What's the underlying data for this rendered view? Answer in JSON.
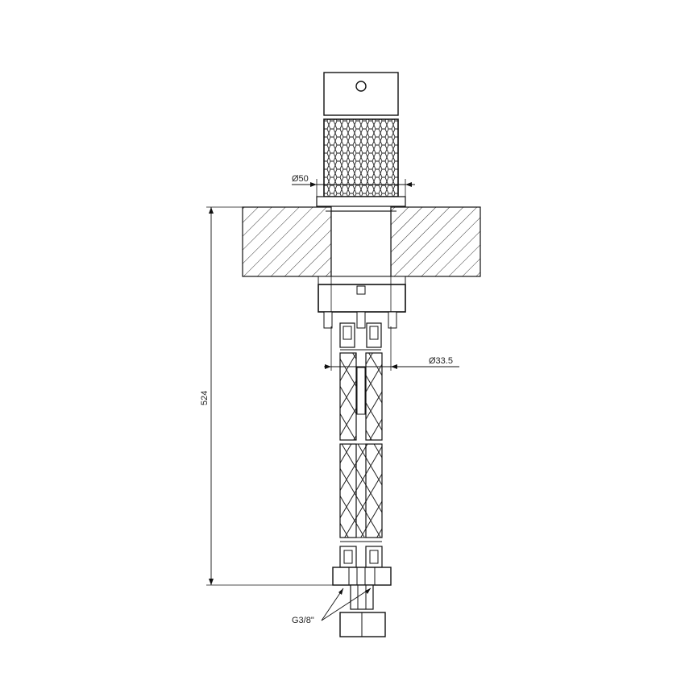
{
  "drawing": {
    "type": "technical-drawing",
    "subject": "deck-mounted mixer valve body with knurled handle and flexible hoses",
    "dimensions": {
      "handle_diameter": "Ø50",
      "body_diameter": "Ø33.5",
      "overall_height": "524",
      "connection_thread": "G3/8\""
    }
  }
}
